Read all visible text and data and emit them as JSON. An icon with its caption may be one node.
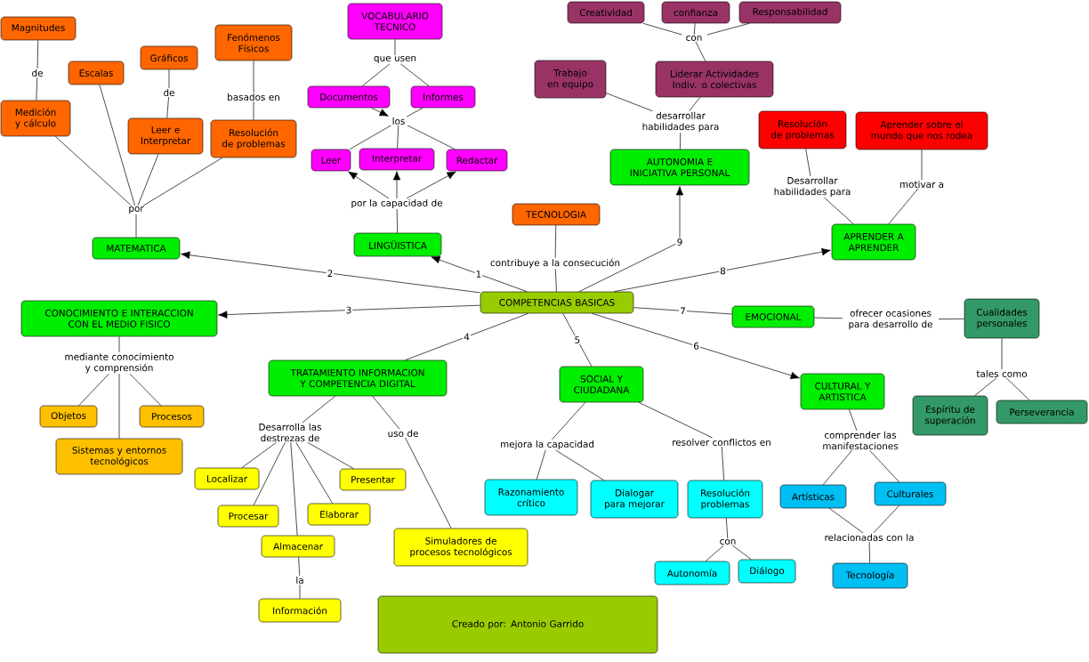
{
  "diagram": {
    "nodes": [
      {
        "text": [
          "Magnitudes"
        ]
      },
      {
        "text": [
          "de"
        ]
      },
      {
        "text": [
          "Medición y cálculo"
        ]
      },
      {
        "text": [
          "Escalas"
        ]
      },
      {
        "text": [
          "Gráficos"
        ]
      },
      {
        "text": [
          "de"
        ]
      },
      {
        "text": [
          "Leer e Interpretar"
        ]
      },
      {
        "text": [
          "Fenómenos Físicos"
        ]
      },
      {
        "text": [
          "basados en"
        ]
      },
      {
        "text": [
          "Resolución de problemas"
        ]
      },
      {
        "text": [
          "por"
        ]
      },
      {
        "text": [
          "MATEMATICA"
        ]
      },
      {
        "text": [
          "VOCABULARIO TECNICO"
        ]
      },
      {
        "text": [
          "que usen"
        ]
      },
      {
        "text": [
          "Documentos"
        ]
      },
      {
        "text": [
          "Informes"
        ]
      },
      {
        "text": [
          "los"
        ]
      },
      {
        "text": [
          "Leer"
        ]
      },
      {
        "text": [
          "Interpretar"
        ]
      },
      {
        "text": [
          "Redactar"
        ]
      },
      {
        "text": [
          "por la capacidad de"
        ]
      },
      {
        "text": [
          "LINGÜISTICA"
        ]
      },
      {
        "text": [
          "TECNOLOGIA"
        ]
      },
      {
        "text": [
          "contribuye a la consecución"
        ]
      },
      {
        "text": [
          "COMPETENCIAS BASICAS"
        ]
      },
      {
        "text": [
          "Creatividad"
        ]
      },
      {
        "text": [
          "confianza"
        ]
      },
      {
        "text": [
          "Responsabilidad"
        ]
      },
      {
        "text": [
          "con"
        ]
      },
      {
        "text": [
          "Liderar Actividades Indiv. o colectivas"
        ]
      },
      {
        "text": [
          "Trabajo en equipo"
        ]
      },
      {
        "text": [
          "desarrollar habilidades para"
        ]
      },
      {
        "text": [
          "AUTONOMIA E INICIATIVA PERSONAL"
        ]
      },
      {
        "text": [
          "Resolución de problemas"
        ]
      },
      {
        "text": [
          "Aprender sobre el mundo que nos rodea"
        ]
      },
      {
        "text": [
          "Desarrollar habilidades para"
        ]
      },
      {
        "text": [
          "motivar a"
        ]
      },
      {
        "text": [
          "APRENDER A APRENDER"
        ]
      },
      {
        "text": [
          "CONOCIMIENTO E INTERACCION CON EL MEDIO FISICO"
        ]
      },
      {
        "text": [
          "mediante conocimiento y comprensión"
        ]
      },
      {
        "text": [
          "Objetos"
        ]
      },
      {
        "text": [
          "Procesos"
        ]
      },
      {
        "text": [
          "Sistemas y entornos tecnológicos"
        ]
      },
      {
        "text": [
          "TRATAMIENTO INFORMACION Y COMPETENCIA DIGITAL"
        ]
      },
      {
        "text": [
          "Desarrolla las destrezas de"
        ]
      },
      {
        "text": [
          "uso de"
        ]
      },
      {
        "text": [
          "Localizar"
        ]
      },
      {
        "text": [
          "Presentar"
        ]
      },
      {
        "text": [
          "Procesar"
        ]
      },
      {
        "text": [
          "Elaborar"
        ]
      },
      {
        "text": [
          "Almacenar"
        ]
      },
      {
        "text": [
          "la"
        ]
      },
      {
        "text": [
          "Información"
        ]
      },
      {
        "text": [
          "Simuladores de procesos tecnológicos"
        ]
      },
      {
        "text": [
          "SOCIAL Y CIUDADANA"
        ]
      },
      {
        "text": [
          "mejora la capacidad"
        ]
      },
      {
        "text": [
          "resolver conflictos en"
        ]
      },
      {
        "text": [
          "Razonamiento crítico"
        ]
      },
      {
        "text": [
          "Dialogar para mejorar"
        ]
      },
      {
        "text": [
          "Resolución problemas"
        ]
      },
      {
        "text": [
          "con"
        ]
      },
      {
        "text": [
          "Autonomía"
        ]
      },
      {
        "text": [
          "Diálogo"
        ]
      },
      {
        "text": [
          "EMOCIONAL"
        ]
      },
      {
        "text": [
          "ofrecer ocasiones para desarrollo de"
        ]
      },
      {
        "text": [
          "Cualidades personales"
        ]
      },
      {
        "text": [
          "tales como"
        ]
      },
      {
        "text": [
          "Espíritu de superación"
        ]
      },
      {
        "text": [
          "Perseverancia"
        ]
      },
      {
        "text": [
          "CULTURAL Y ARTISTICA"
        ]
      },
      {
        "text": [
          "comprender las manifestaciones"
        ]
      },
      {
        "text": [
          "Artísticas"
        ]
      },
      {
        "text": [
          "Culturales"
        ]
      },
      {
        "text": [
          "relacionadas con la"
        ]
      },
      {
        "text": [
          "Tecnología"
        ]
      },
      {
        "text": [
          "Creado por: Antonio Garrido"
        ]
      }
    ],
    "edges": [
      {
        "from": 0,
        "to": 1,
        "arrow": "none"
      },
      {
        "from": 1,
        "to": 2,
        "arrow": "none"
      },
      {
        "from": 4,
        "to": 5,
        "arrow": "none"
      },
      {
        "from": 5,
        "to": 6,
        "arrow": "none"
      },
      {
        "from": 7,
        "to": 8,
        "arrow": "none"
      },
      {
        "from": 8,
        "to": 9,
        "arrow": "none"
      },
      {
        "from": 2,
        "to": 10,
        "arrow": "none"
      },
      {
        "from": 3,
        "to": 10,
        "arrow": "none"
      },
      {
        "from": 6,
        "to": 10,
        "arrow": "none"
      },
      {
        "from": 9,
        "to": 10,
        "arrow": "none"
      },
      {
        "from": 10,
        "to": 11,
        "arrow": "none"
      },
      {
        "from": 12,
        "to": 13,
        "arrow": "none"
      },
      {
        "from": 13,
        "to": 14,
        "arrow": "none"
      },
      {
        "from": 13,
        "to": 15,
        "arrow": "none"
      },
      {
        "from": 14,
        "to": 16,
        "arrow": "to"
      },
      {
        "from": 15,
        "to": 16,
        "arrow": "none"
      },
      {
        "from": 16,
        "to": 17,
        "arrow": "none"
      },
      {
        "from": 16,
        "to": 18,
        "arrow": "none"
      },
      {
        "from": 16,
        "to": 19,
        "arrow": "none"
      },
      {
        "from": 21,
        "to": 20,
        "arrow": "none"
      },
      {
        "from": 20,
        "to": 17,
        "arrow": "to"
      },
      {
        "from": 20,
        "to": 18,
        "arrow": "to"
      },
      {
        "from": 20,
        "to": 19,
        "arrow": "to"
      },
      {
        "from": 22,
        "to": 23,
        "arrow": "none"
      },
      {
        "from": 23,
        "to": 24,
        "arrow": "none"
      },
      {
        "from": 24,
        "to": 21,
        "arrow": "to",
        "label": "1"
      },
      {
        "from": 24,
        "to": 11,
        "arrow": "to",
        "label": "2"
      },
      {
        "from": 24,
        "to": 38,
        "arrow": "to",
        "label": "3"
      },
      {
        "from": 24,
        "to": 43,
        "arrow": "none",
        "label": "4"
      },
      {
        "from": 24,
        "to": 54,
        "arrow": "none",
        "label": "5"
      },
      {
        "from": 24,
        "to": 69,
        "arrow": "to",
        "label": "6"
      },
      {
        "from": 24,
        "to": 63,
        "arrow": "none",
        "label": "7"
      },
      {
        "from": 24,
        "to": 37,
        "arrow": "to",
        "label": "8"
      },
      {
        "from": 24,
        "to": 32,
        "arrow": "to",
        "label": "9"
      },
      {
        "from": 25,
        "to": 28,
        "arrow": "none"
      },
      {
        "from": 26,
        "to": 28,
        "arrow": "none"
      },
      {
        "from": 27,
        "to": 28,
        "arrow": "none"
      },
      {
        "from": 28,
        "to": 29,
        "arrow": "none"
      },
      {
        "from": 29,
        "to": 31,
        "arrow": "none"
      },
      {
        "from": 30,
        "to": 31,
        "arrow": "none"
      },
      {
        "from": 31,
        "to": 32,
        "arrow": "none"
      },
      {
        "from": 33,
        "to": 35,
        "arrow": "none"
      },
      {
        "from": 35,
        "to": 37,
        "arrow": "none"
      },
      {
        "from": 34,
        "to": 36,
        "arrow": "none"
      },
      {
        "from": 36,
        "to": 37,
        "arrow": "none"
      },
      {
        "from": 38,
        "to": 39,
        "arrow": "none"
      },
      {
        "from": 39,
        "to": 40,
        "arrow": "none"
      },
      {
        "from": 39,
        "to": 41,
        "arrow": "none"
      },
      {
        "from": 39,
        "to": 42,
        "arrow": "none"
      },
      {
        "from": 43,
        "to": 44,
        "arrow": "none"
      },
      {
        "from": 43,
        "to": 45,
        "arrow": "none"
      },
      {
        "from": 44,
        "to": 46,
        "arrow": "none"
      },
      {
        "from": 44,
        "to": 47,
        "arrow": "none"
      },
      {
        "from": 44,
        "to": 48,
        "arrow": "none"
      },
      {
        "from": 44,
        "to": 49,
        "arrow": "none"
      },
      {
        "from": 44,
        "to": 50,
        "arrow": "none"
      },
      {
        "from": 50,
        "to": 51,
        "arrow": "none"
      },
      {
        "from": 51,
        "to": 52,
        "arrow": "none"
      },
      {
        "from": 45,
        "to": 53,
        "arrow": "none"
      },
      {
        "from": 54,
        "to": 55,
        "arrow": "none"
      },
      {
        "from": 54,
        "to": 56,
        "arrow": "none"
      },
      {
        "from": 55,
        "to": 57,
        "arrow": "none"
      },
      {
        "from": 55,
        "to": 58,
        "arrow": "none"
      },
      {
        "from": 56,
        "to": 59,
        "arrow": "none"
      },
      {
        "from": 59,
        "to": 60,
        "arrow": "none"
      },
      {
        "from": 60,
        "to": 61,
        "arrow": "none"
      },
      {
        "from": 60,
        "to": 62,
        "arrow": "none"
      },
      {
        "from": 63,
        "to": 64,
        "arrow": "none"
      },
      {
        "from": 64,
        "to": 65,
        "arrow": "none"
      },
      {
        "from": 65,
        "to": 66,
        "arrow": "none"
      },
      {
        "from": 66,
        "to": 67,
        "arrow": "none"
      },
      {
        "from": 66,
        "to": 68,
        "arrow": "none"
      },
      {
        "from": 69,
        "to": 70,
        "arrow": "none"
      },
      {
        "from": 70,
        "to": 71,
        "arrow": "none"
      },
      {
        "from": 70,
        "to": 72,
        "arrow": "none"
      },
      {
        "from": 71,
        "to": 73,
        "arrow": "none"
      },
      {
        "from": 72,
        "to": 73,
        "arrow": "none"
      },
      {
        "from": 73,
        "to": 74,
        "arrow": "none"
      }
    ]
  }
}
